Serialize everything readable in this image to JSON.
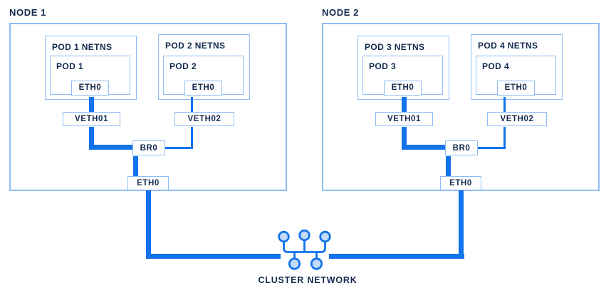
{
  "colors": {
    "accent_blue": "#1273EB",
    "light_border": "#8FBCF5",
    "navy_text": "#14294E",
    "circle_fill": "#C3DAF8",
    "background": "#FFFFFF"
  },
  "nodes": [
    {
      "label": "NODE 1",
      "pods": [
        {
          "netns": "POD 1 NETNS",
          "pod": "POD 1",
          "eth": "ETH0"
        },
        {
          "netns": "POD 2 NETNS",
          "pod": "POD 2",
          "eth": "ETH0"
        }
      ],
      "veths": [
        "VETH01",
        "VETH02"
      ],
      "bridge": "BR0",
      "eth": "ETH0"
    },
    {
      "label": "NODE 2",
      "pods": [
        {
          "netns": "POD 3 NETNS",
          "pod": "POD 3",
          "eth": "ETH0"
        },
        {
          "netns": "POD 4 NETNS",
          "pod": "POD 4",
          "eth": "ETH0"
        }
      ],
      "veths": [
        "VETH01",
        "VETH02"
      ],
      "bridge": "BR0",
      "eth": "ETH0"
    }
  ],
  "cluster_network": {
    "label": "CLUSTER NETWORK",
    "icon": "network-hub-icon"
  }
}
